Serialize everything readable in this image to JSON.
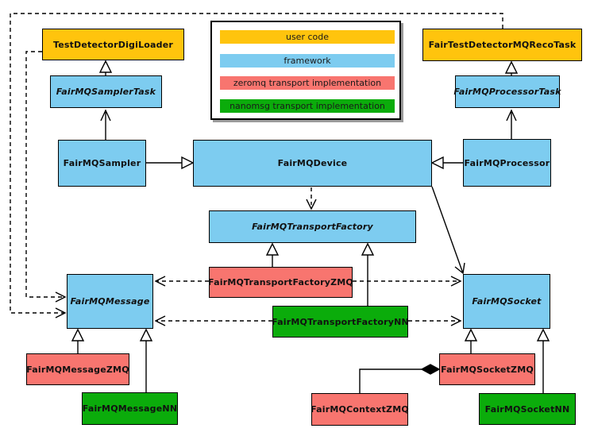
{
  "diagram": {
    "kind": "uml-class-diagram",
    "colors": {
      "user_code": "#FFC40D",
      "framework": "#7DCCF0",
      "zeromq": "#F8756F",
      "nanomsg": "#0BAC0B",
      "border": "#000000",
      "background": "#FFFFFF"
    }
  },
  "legend": {
    "items": [
      {
        "label": "user code",
        "color": "#FFC40D"
      },
      {
        "label": "framework",
        "color": "#7DCCF0"
      },
      {
        "label": "zeromq transport implementation",
        "color": "#F8756F"
      },
      {
        "label": "nanomsg transport implementation",
        "color": "#0BAC0B"
      }
    ]
  },
  "nodes": {
    "loader": {
      "label": "TestDetectorDigiLoader",
      "category": "user code",
      "abstract": false
    },
    "recoTask": {
      "label": "FairTestDetectorMQRecoTask",
      "category": "user code",
      "abstract": false
    },
    "samplerTask": {
      "label": "FairMQSamplerTask",
      "category": "framework",
      "abstract": true
    },
    "processorTask": {
      "label": "FairMQProcessorTask",
      "category": "framework",
      "abstract": true
    },
    "sampler": {
      "label": "FairMQSampler",
      "category": "framework",
      "abstract": false
    },
    "device": {
      "label": "FairMQDevice",
      "category": "framework",
      "abstract": false
    },
    "processor": {
      "label": "FairMQProcessor",
      "category": "framework",
      "abstract": false
    },
    "factory": {
      "label": "FairMQTransportFactory",
      "category": "framework",
      "abstract": true
    },
    "message": {
      "label": "FairMQMessage",
      "category": "framework",
      "abstract": true
    },
    "socket": {
      "label": "FairMQSocket",
      "category": "framework",
      "abstract": true
    },
    "factoryZMQ": {
      "label": "FairMQTransportFactoryZMQ",
      "category": "zeromq",
      "abstract": false
    },
    "messageZMQ": {
      "label": "FairMQMessageZMQ",
      "category": "zeromq",
      "abstract": false
    },
    "socketZMQ": {
      "label": "FairMQSocketZMQ",
      "category": "zeromq",
      "abstract": false
    },
    "contextZMQ": {
      "label": "FairMQContextZMQ",
      "category": "zeromq",
      "abstract": false
    },
    "factoryNN": {
      "label": "FairMQTransportFactoryNN",
      "category": "nanomsg",
      "abstract": false
    },
    "messageNN": {
      "label": "FairMQMessageNN",
      "category": "nanomsg",
      "abstract": false
    },
    "socketNN": {
      "label": "FairMQSocketNN",
      "category": "nanomsg",
      "abstract": false
    }
  },
  "edges": [
    {
      "tail": "FairMQSamplerTask",
      "head": "TestDetectorDigiLoader",
      "type": "generalization",
      "line": "solid"
    },
    {
      "tail": "FairMQProcessorTask",
      "head": "FairTestDetectorMQRecoTask",
      "type": "generalization",
      "line": "solid"
    },
    {
      "tail": "FairMQSampler",
      "head": "FairMQSamplerTask",
      "type": "open-arrow",
      "line": "solid"
    },
    {
      "tail": "FairMQProcessor",
      "head": "FairMQProcessorTask",
      "type": "open-arrow",
      "line": "solid"
    },
    {
      "tail": "FairMQSampler",
      "head": "FairMQDevice",
      "type": "generalization",
      "line": "solid"
    },
    {
      "tail": "FairMQProcessor",
      "head": "FairMQDevice",
      "type": "generalization",
      "line": "solid"
    },
    {
      "tail": "FairMQDevice",
      "head": "FairMQTransportFactory",
      "type": "open-arrow",
      "line": "dashed"
    },
    {
      "tail": "FairMQDevice",
      "head": "FairMQSocket",
      "type": "open-arrow",
      "line": "solid"
    },
    {
      "tail": "FairMQTransportFactoryZMQ",
      "head": "FairMQTransportFactory",
      "type": "generalization",
      "line": "solid"
    },
    {
      "tail": "FairMQTransportFactoryNN",
      "head": "FairMQTransportFactory",
      "type": "generalization",
      "line": "solid"
    },
    {
      "tail": "FairMQTransportFactoryZMQ",
      "head": "FairMQMessage",
      "type": "open-arrow",
      "line": "dashed"
    },
    {
      "tail": "FairMQTransportFactoryZMQ",
      "head": "FairMQSocket",
      "type": "open-arrow",
      "line": "dashed"
    },
    {
      "tail": "FairMQTransportFactoryNN",
      "head": "FairMQMessage",
      "type": "open-arrow",
      "line": "dashed"
    },
    {
      "tail": "FairMQTransportFactoryNN",
      "head": "FairMQSocket",
      "type": "open-arrow",
      "line": "dashed"
    },
    {
      "tail": "FairMQMessageZMQ",
      "head": "FairMQMessage",
      "type": "generalization",
      "line": "solid"
    },
    {
      "tail": "FairMQMessageNN",
      "head": "FairMQMessage",
      "type": "generalization",
      "line": "solid"
    },
    {
      "tail": "FairMQSocketZMQ",
      "head": "FairMQSocket",
      "type": "generalization",
      "line": "solid"
    },
    {
      "tail": "FairMQSocketNN",
      "head": "FairMQSocket",
      "type": "generalization",
      "line": "solid"
    },
    {
      "tail": "TestDetectorDigiLoader",
      "head": "FairMQMessage",
      "type": "open-arrow",
      "line": "dashed"
    },
    {
      "tail": "FairTestDetectorMQRecoTask",
      "head": "FairMQMessage",
      "type": "open-arrow",
      "line": "dashed"
    },
    {
      "tail": "FairMQContextZMQ",
      "head": "FairMQSocketZMQ",
      "type": "composition",
      "line": "solid"
    }
  ]
}
